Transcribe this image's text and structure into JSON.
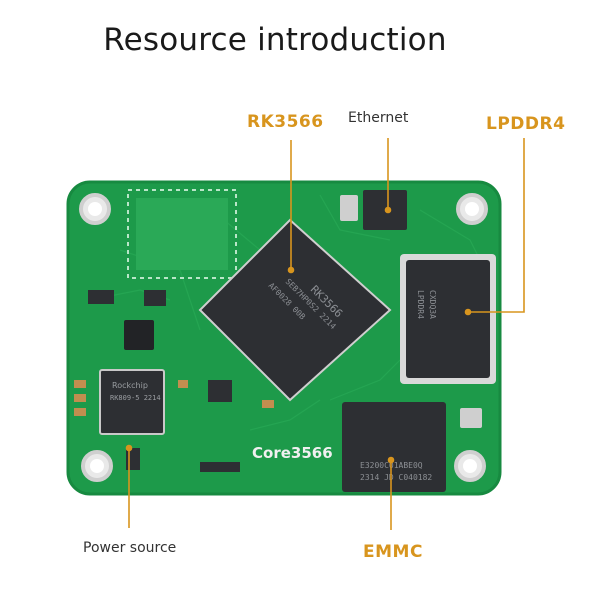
{
  "title": "Resource introduction",
  "labels": {
    "rk3566": "RK3566",
    "ethernet": "Ethernet",
    "lpddr4": "LPDDR4",
    "power": "Power source",
    "emmc": "EMMC"
  },
  "silkscreen": {
    "board_name": "Core3566",
    "soc_text": "RK3566",
    "soc_sub": "SEB7HP0S2 2214",
    "soc_sub2": "AF0028 00B",
    "ram_text": "CXDQ3A",
    "ram_sub": "LPDDR4",
    "emmc_text": "E3200C01ABE0Q",
    "emmc_sub": "2314 JD C040182",
    "pmic_text": "Rockchip",
    "pmic_sub": "RK809-5 2214"
  },
  "colors": {
    "pcb": "#1d9a4a",
    "pcb_edge": "#178a40",
    "accent": "#d8951e",
    "chip": "#2d2f33"
  }
}
